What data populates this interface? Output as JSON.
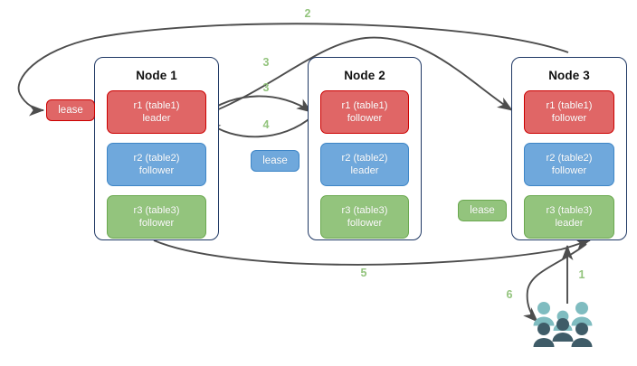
{
  "diagram": {
    "title": "Multi-node replica lease diagram",
    "background": "#ffffff",
    "colors": {
      "red_fill": "#e06666",
      "red_border": "#cc0000",
      "blue_fill": "#6fa8dc",
      "blue_border": "#3d85c6",
      "green_fill": "#93c47d",
      "green_border": "#6aa84f",
      "node_border": "#1f3864",
      "edge": "#4d4d4d",
      "step_label": "#93c47d",
      "users_light": "#7fbcc0",
      "users_dark": "#3f5c68"
    }
  },
  "nodes": [
    {
      "title": "Node 1",
      "replicas": [
        {
          "name": "r1 (table1)",
          "role": "leader",
          "color": "red"
        },
        {
          "name": "r2 (table2)",
          "role": "follower",
          "color": "blue"
        },
        {
          "name": "r3 (table3)",
          "role": "follower",
          "color": "green"
        }
      ]
    },
    {
      "title": "Node 2",
      "replicas": [
        {
          "name": "r1 (table1)",
          "role": "follower",
          "color": "red"
        },
        {
          "name": "r2 (table2)",
          "role": "leader",
          "color": "blue"
        },
        {
          "name": "r3 (table3)",
          "role": "follower",
          "color": "green"
        }
      ]
    },
    {
      "title": "Node 3",
      "replicas": [
        {
          "name": "r1 (table1)",
          "role": "follower",
          "color": "red"
        },
        {
          "name": "r2 (table2)",
          "role": "follower",
          "color": "blue"
        },
        {
          "name": "r3 (table3)",
          "role": "leader",
          "color": "green"
        }
      ]
    }
  ],
  "leases": [
    {
      "label": "lease",
      "color": "red"
    },
    {
      "label": "lease",
      "color": "blue"
    },
    {
      "label": "lease",
      "color": "green"
    }
  ],
  "steps": [
    {
      "label": "1",
      "description": "client request to Node 3"
    },
    {
      "label": "2",
      "description": "Node 3 to table1 lease holder"
    },
    {
      "label": "3",
      "description": "Node 1 r1 leader to Node 3"
    },
    {
      "label": "3",
      "description": "Node 1 r1 leader to Node 2 r1"
    },
    {
      "label": "4",
      "description": "Node 2 r1 back to Node 1 r1"
    },
    {
      "label": "5",
      "description": "Node 1 to Node 3"
    },
    {
      "label": "6",
      "description": "Node 3 response to client"
    }
  ],
  "actors": {
    "users_icon": "users-icon"
  }
}
